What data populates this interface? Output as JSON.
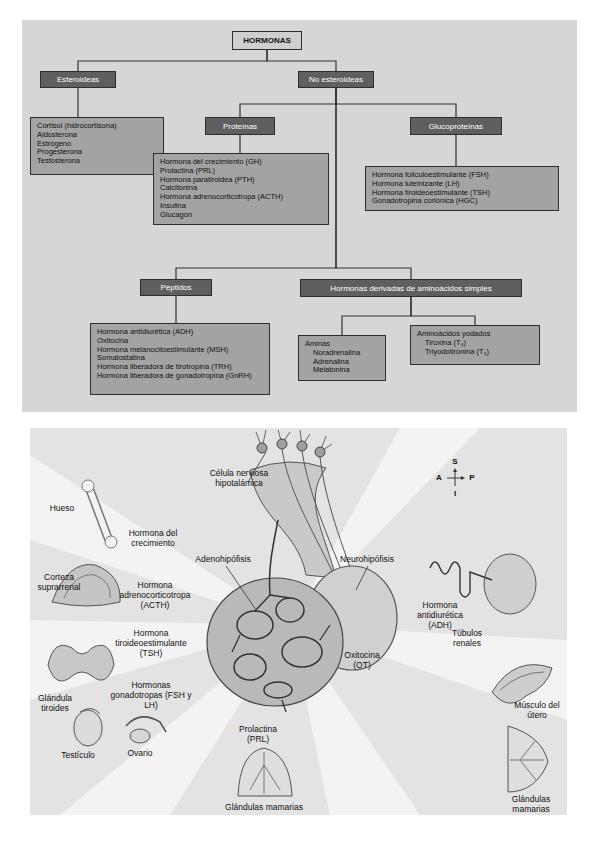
{
  "diagram": {
    "nodes": [
      {
        "text": [
          "HORMONAS"
        ]
      },
      {
        "text": [
          "Esteroideas"
        ]
      },
      {
        "text": [
          "No esteroideas"
        ]
      },
      {
        "text": [
          "Cortisol (hidrocortisona)",
          "Aldosterona",
          "Estrógeno",
          "Progesterona",
          "Testosterona"
        ]
      },
      {
        "text": [
          "Proteínas"
        ]
      },
      {
        "text": [
          "Glucoproteínas"
        ]
      },
      {
        "text": [
          "Hormona del crecimiento (GH)",
          "Prolactina (PRL)",
          "Hormona paratiroidea (PTH)",
          "Calcitonina",
          "Hormona adrenocorticotropa (ACTH)",
          "Insulina",
          "Glucagón"
        ]
      },
      {
        "text": [
          "Hormona foliculoestimulante (FSH)",
          "Hormona luteinizante (LH)",
          "Hormona tiroideoestimulante (TSH)",
          "Gonadotropina coriónica (HGC)"
        ]
      },
      {
        "text": [
          "Péptidos"
        ]
      },
      {
        "text": [
          "Hormonas derivadas de aminoácidos simples"
        ]
      },
      {
        "text": [
          "Hormona antidiurética (ADH)",
          "Oxitocina",
          "Hormona melanocitoestimulante (MSH)",
          "Somatostatina",
          "Hormona liberadora de tirotropina (TRH)",
          "Hormona liberadora de gonadotropina (GnRH)"
        ]
      },
      {
        "text": [
          "Aminas",
          "Noradrenalina",
          "Adrenalina",
          "Melatonina"
        ]
      },
      {
        "text": [
          "Aminoácidos yodados",
          "Tiroxina (T₄)",
          "Triyodotironina (T₃)"
        ]
      }
    ],
    "edges": [
      {
        "from": 0,
        "to": 1,
        "arrow": "none"
      },
      {
        "from": 0,
        "to": 2,
        "arrow": "none"
      },
      {
        "from": 1,
        "to": 3,
        "arrow": "none"
      },
      {
        "from": 2,
        "to": 4,
        "arrow": "none"
      },
      {
        "from": 2,
        "to": 5,
        "arrow": "none"
      },
      {
        "from": 2,
        "to": 8,
        "arrow": "none"
      },
      {
        "from": 2,
        "to": 9,
        "arrow": "none"
      },
      {
        "from": 4,
        "to": 6,
        "arrow": "none"
      },
      {
        "from": 5,
        "to": 7,
        "arrow": "none"
      },
      {
        "from": 8,
        "to": 10,
        "arrow": "none"
      },
      {
        "from": 9,
        "to": 11,
        "arrow": "none"
      },
      {
        "from": 9,
        "to": 12,
        "arrow": "none"
      }
    ],
    "labels": [
      "Célula nerviosa hipotalámica",
      "S",
      "A",
      "P",
      "I",
      "Hueso",
      "Hormona del crecimiento",
      "Adenohipófisis",
      "Neurohipófisis",
      "Corteza suprarrenal",
      "Hormona adrenocorticotropa (ACTH)",
      "Hormona antidiurética (ADH)",
      "Túbulos renales",
      "Hormona tiroideoestimulante (TSH)",
      "Glándula tiroides",
      "Oxitocina (OT)",
      "Hormonas gonadotropas (FSH y LH)",
      "Músculo del útero",
      "Testículo",
      "Ovario",
      "Prolactina (PRL)",
      "Glándulas mamarias",
      "Glándulas mamarias"
    ]
  }
}
